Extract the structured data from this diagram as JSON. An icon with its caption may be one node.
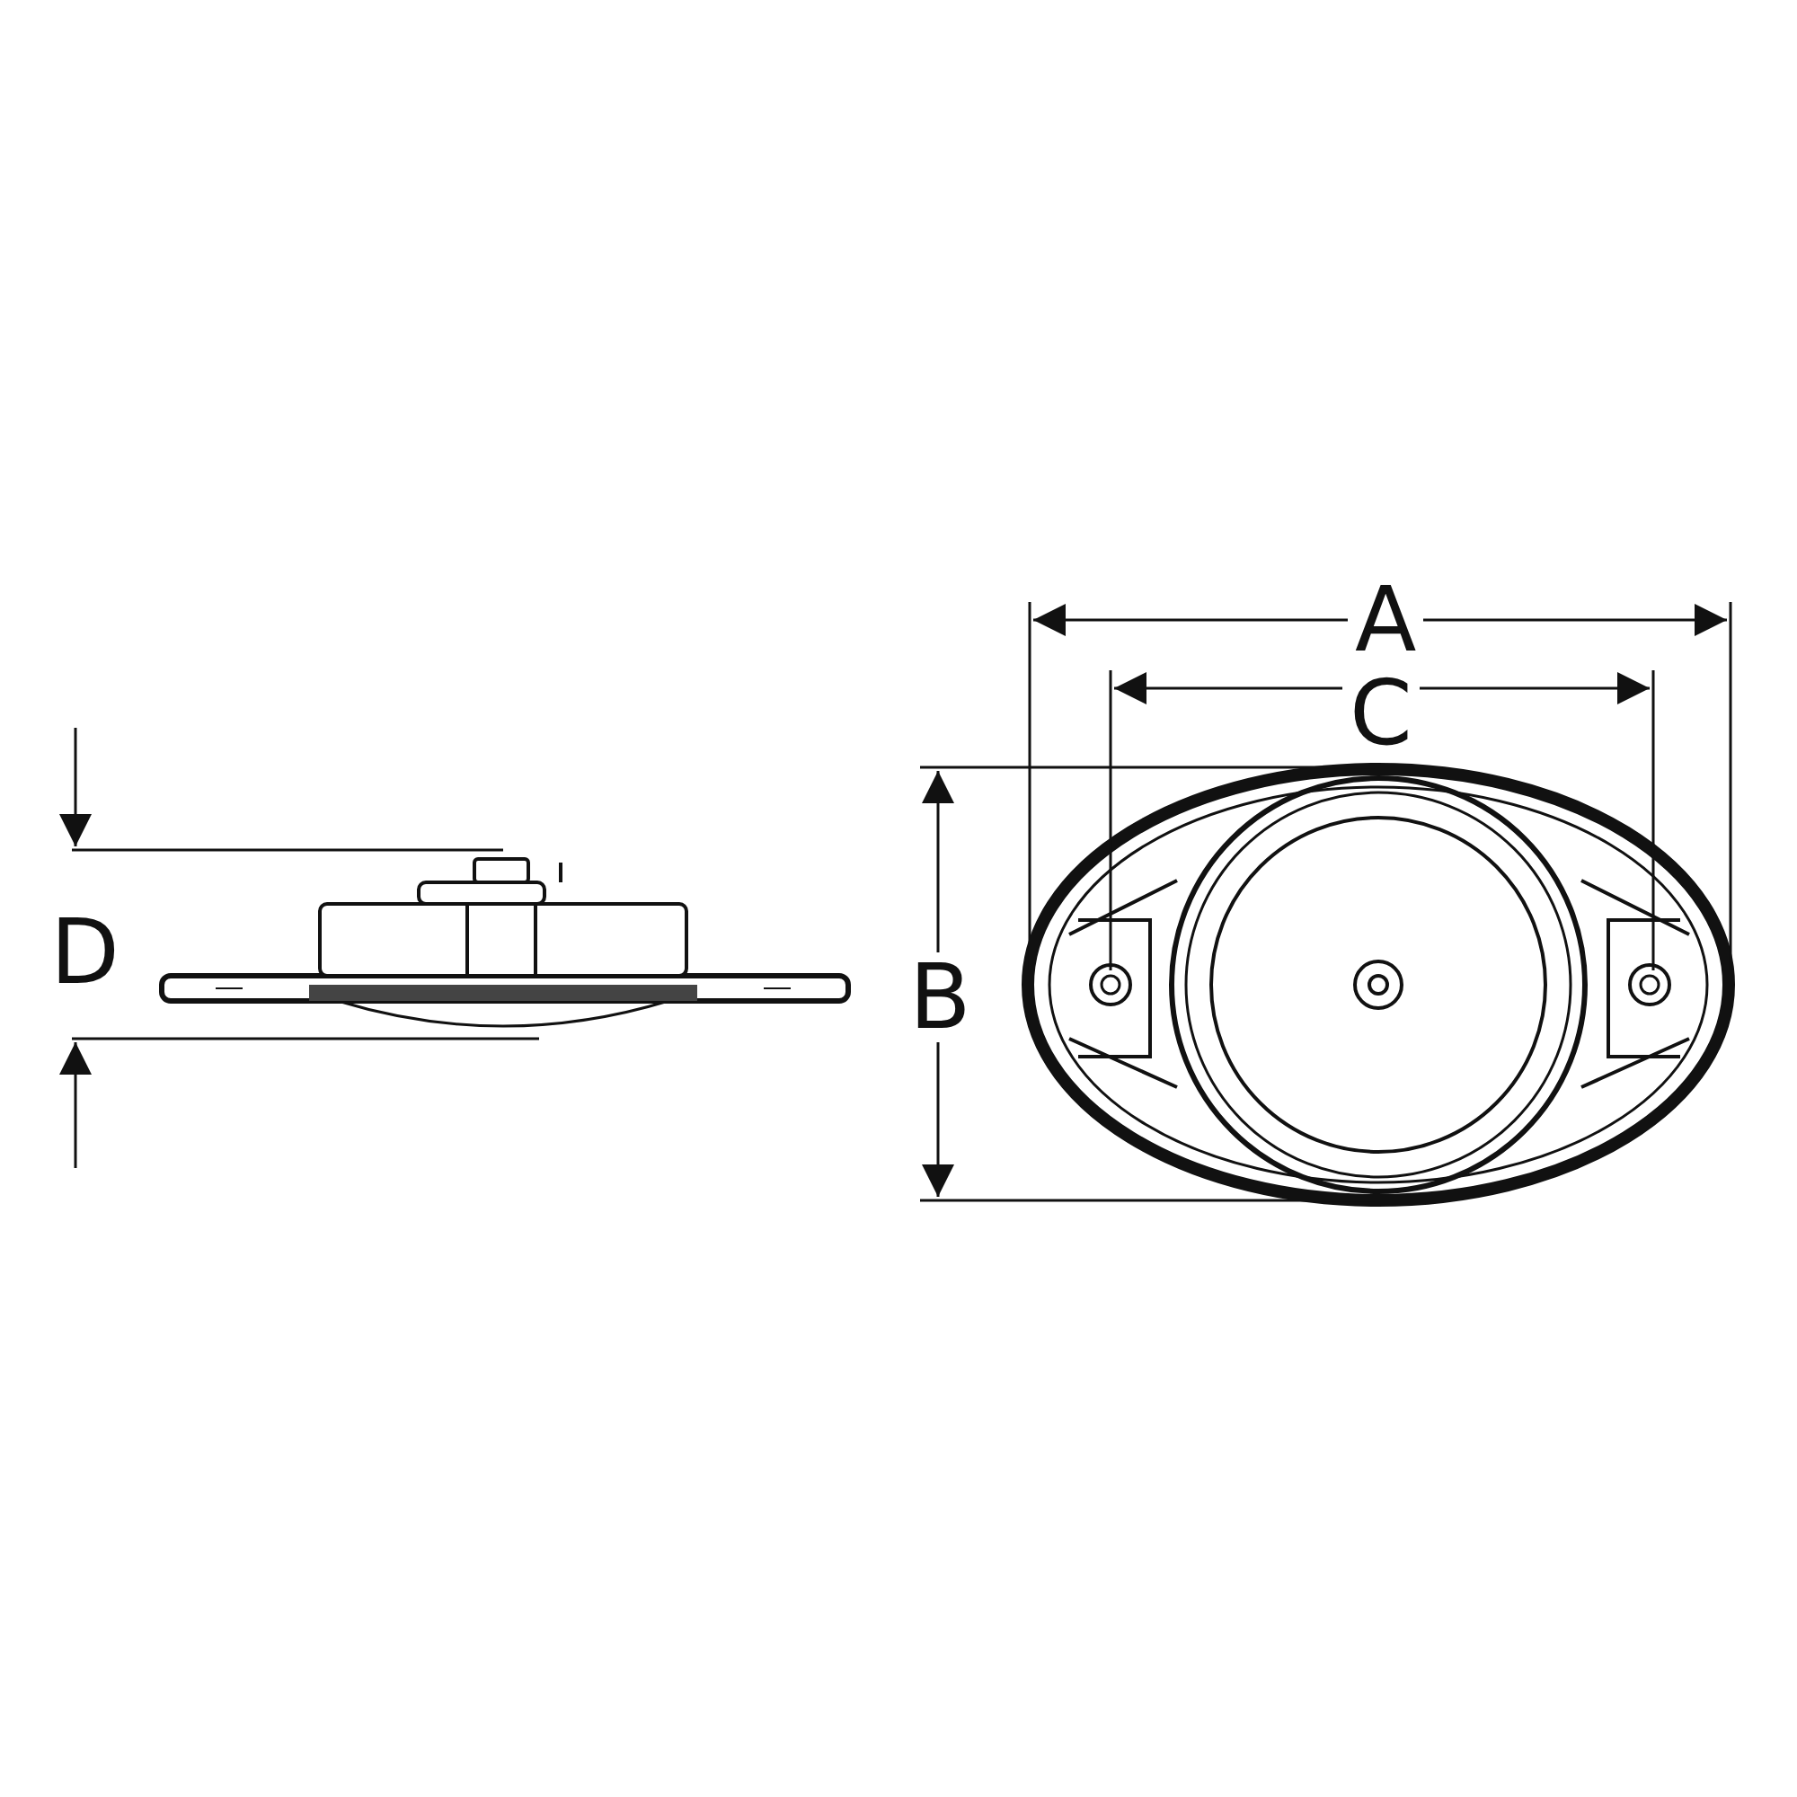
{
  "diagram": {
    "labels": [
      "A",
      "C",
      "D",
      "B"
    ]
  }
}
